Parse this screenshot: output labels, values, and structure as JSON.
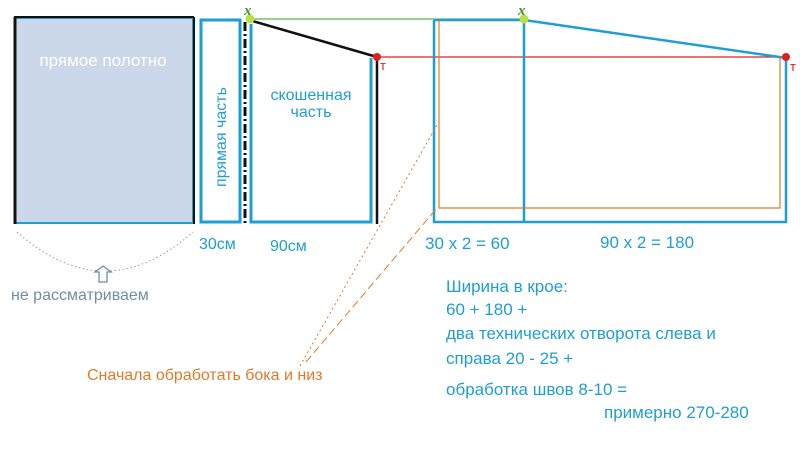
{
  "labels": {
    "straight_panel": "прямое полотно",
    "straight_part": "прямая часть",
    "slanted_part_line1": "скошенная",
    "slanted_part_line2": "часть",
    "dim_30": "30см",
    "dim_90": "90см",
    "dim_30x2": "30 х 2 = 60",
    "dim_90x2": "90 х 2 = 180",
    "not_considered": "не рассматриваем",
    "process_first": "Сначала обработать бока и низ",
    "marker_x_left": "x",
    "marker_x_right": "x",
    "marker_t_left": "т",
    "marker_t_right": "т"
  },
  "width_note": [
    "Ширина в крое:",
    "60 + 180  +",
    "два технических отворота слева и",
    "справа 20 - 25  +",
    "обработка швов 8-10   =",
    "примерно 270-280"
  ],
  "colors": {
    "panel_fill": "#cbd8ea",
    "outline_blue": "#1f9ed1",
    "orange": "#e07a2a",
    "red": "#e02020",
    "green": "#3d9a1d",
    "marker_green": "#b8e04a",
    "gray_text": "#6f8daa"
  }
}
